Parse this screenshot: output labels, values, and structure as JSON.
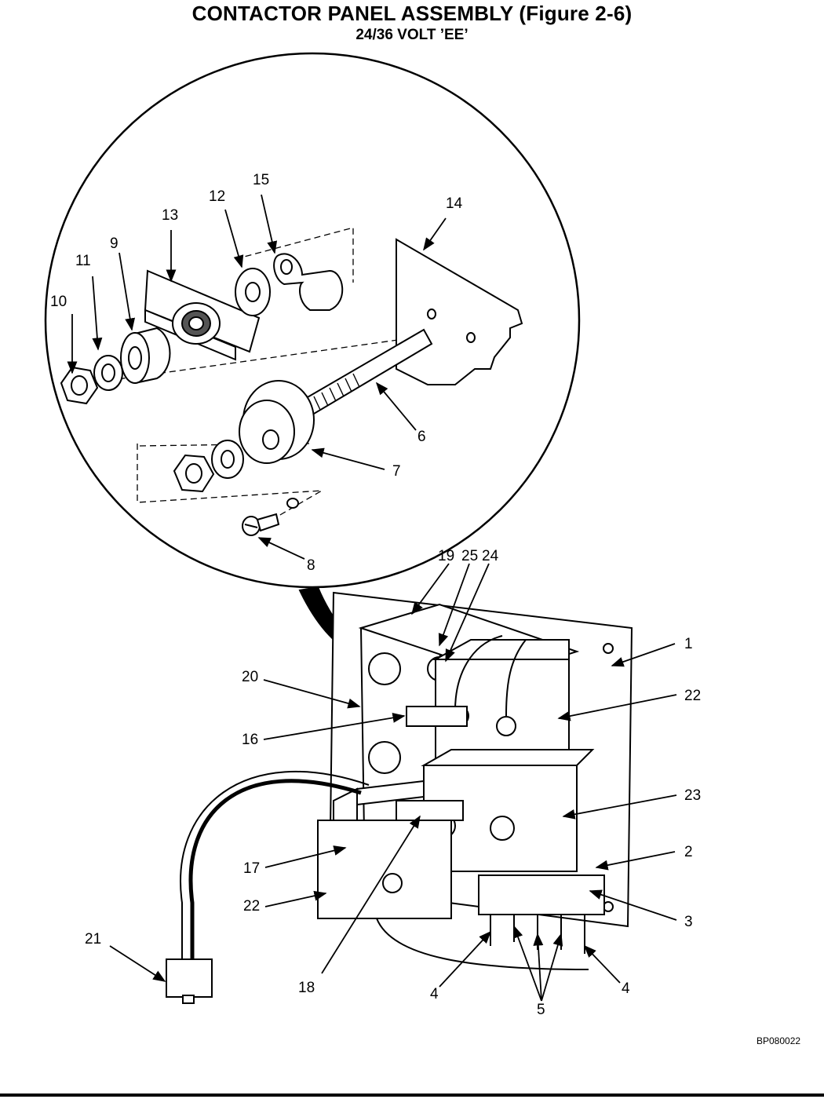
{
  "header": {
    "title": "CONTACTOR PANEL ASSEMBLY (Figure 2-6)",
    "subtitle": "24/36 VOLT ’EE’"
  },
  "figure_code": "BP080022",
  "callouts": {
    "c1": "1",
    "c2": "2",
    "c3": "3",
    "c4a": "4",
    "c4b": "4",
    "c5": "5",
    "c6": "6",
    "c7": "7",
    "c8": "8",
    "c9": "9",
    "c10": "10",
    "c11": "11",
    "c12": "12",
    "c13": "13",
    "c14": "14",
    "c15": "15",
    "c16": "16",
    "c17": "17",
    "c18": "18",
    "c19": "19",
    "c20": "20",
    "c21": "21",
    "c22a": "22",
    "c22b": "22",
    "c23": "23",
    "c24": "24",
    "c25": "25"
  }
}
